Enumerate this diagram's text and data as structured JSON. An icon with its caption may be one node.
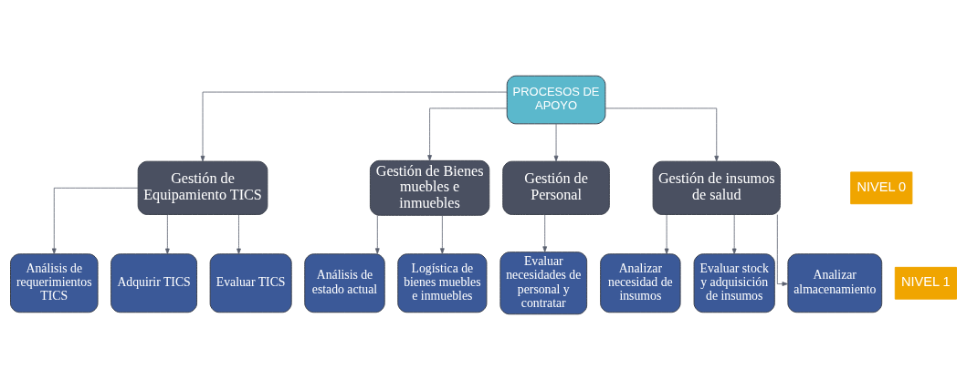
{
  "diagram": {
    "nodes": [
      {
        "text": [
          "PROCESOS DE APOYO"
        ]
      },
      {
        "text": [
          "Gestión de Equipamiento TICS"
        ]
      },
      {
        "text": [
          "Gestión de Bienes muebles e inmuebles"
        ]
      },
      {
        "text": [
          "Gestión de Personal"
        ]
      },
      {
        "text": [
          "Gestión de insumos de salud"
        ]
      },
      {
        "text": [
          "Análisis de requerimientos TICS"
        ]
      },
      {
        "text": [
          "Adquirir TICS"
        ]
      },
      {
        "text": [
          "Evaluar TICS"
        ]
      },
      {
        "text": [
          "Análisis de estado actual"
        ]
      },
      {
        "text": [
          "Logística de bienes muebles e inmuebles"
        ]
      },
      {
        "text": [
          "Evaluar necesidades de personal y contratar"
        ]
      },
      {
        "text": [
          "Analizar necesidad de insumos"
        ]
      },
      {
        "text": [
          "Evaluar stock y adquisición de insumos"
        ]
      },
      {
        "text": [
          "Analizar almacenamiento"
        ]
      },
      {
        "text": [
          "NIVEL 0"
        ]
      },
      {
        "text": [
          "NIVEL 1"
        ]
      }
    ],
    "edges": [
      {
        "from": 0,
        "to": 1,
        "arrow": "to"
      },
      {
        "from": 0,
        "to": 2,
        "arrow": "to"
      },
      {
        "from": 0,
        "to": 3,
        "arrow": "to"
      },
      {
        "from": 0,
        "to": 4,
        "arrow": "to"
      },
      {
        "from": 1,
        "to": 5,
        "arrow": "to"
      },
      {
        "from": 1,
        "to": 6,
        "arrow": "to"
      },
      {
        "from": 1,
        "to": 7,
        "arrow": "to"
      },
      {
        "from": 2,
        "to": 8,
        "arrow": "to"
      },
      {
        "from": 2,
        "to": 9,
        "arrow": "to"
      },
      {
        "from": 3,
        "to": 10,
        "arrow": "to"
      },
      {
        "from": 4,
        "to": 11,
        "arrow": "to"
      },
      {
        "from": 4,
        "to": 12,
        "arrow": "to"
      },
      {
        "from": 4,
        "to": 13,
        "arrow": "to"
      }
    ]
  }
}
